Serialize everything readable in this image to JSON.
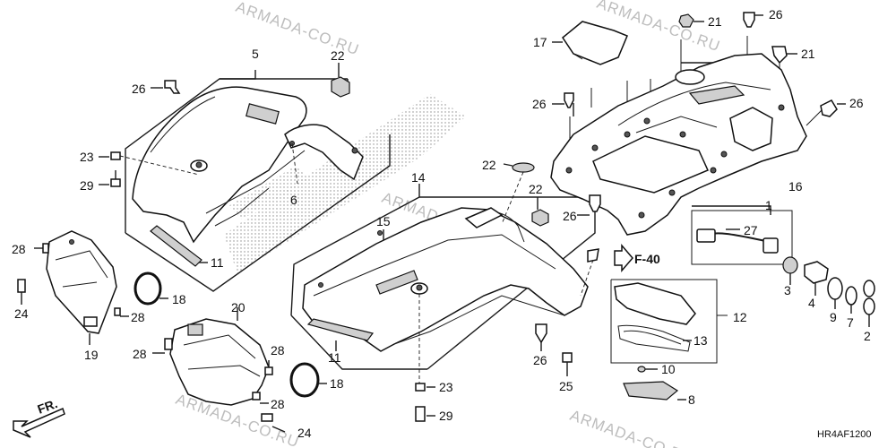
{
  "watermark": "ARMADA-CO.RU",
  "diagram_code": "HR4AF1200",
  "direction_label": "FR.",
  "reference_label": "F-40",
  "callouts": {
    "p5": "5",
    "p22a": "22",
    "p26a": "26",
    "p23a": "23",
    "p29a": "29",
    "p6": "6",
    "p11a": "11",
    "p18a": "18",
    "p28a": "28",
    "p24a": "24",
    "p28b": "28",
    "p19": "19",
    "p20": "20",
    "p28c": "28",
    "p28d": "28",
    "p28e": "28",
    "p24b": "24",
    "p18b": "18",
    "p14": "14",
    "p15": "15",
    "p22b": "22",
    "p22c": "22",
    "p11b": "11",
    "p23b": "23",
    "p29b": "29",
    "p26b": "26",
    "p25": "25",
    "p17": "17",
    "p21a": "21",
    "p26c": "26",
    "p21b": "21",
    "p26d": "26",
    "p26e": "26",
    "p16": "16",
    "p26f": "26",
    "p1": "1",
    "p27": "27",
    "p3": "3",
    "p4": "4",
    "p9": "9",
    "p7": "7",
    "p2": "2",
    "p12": "12",
    "p13": "13",
    "p10": "10",
    "p8": "8"
  }
}
